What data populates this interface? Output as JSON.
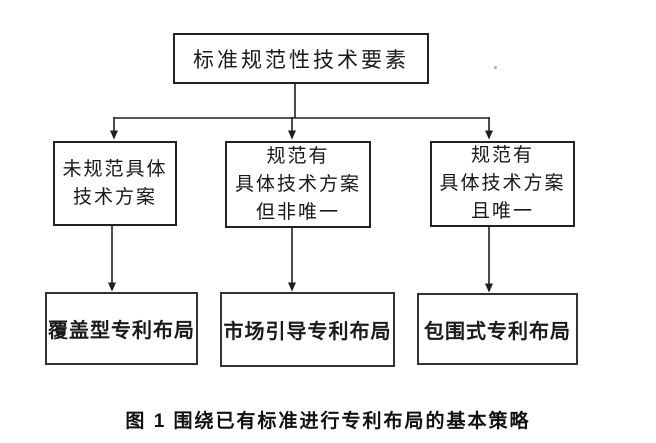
{
  "diagram": {
    "root": {
      "label": "标准规范性技术要素"
    },
    "branches": [
      {
        "condition_lines": [
          "未规范具体",
          "技术方案"
        ],
        "strategy": "覆盖型专利布局"
      },
      {
        "condition_lines": [
          "规范有",
          "具体技术方案",
          "但非唯一"
        ],
        "strategy": "市场引导专利布局"
      },
      {
        "condition_lines": [
          "规范有",
          "具体技术方案",
          "且唯一"
        ],
        "strategy": "包围式专利布局"
      }
    ],
    "caption": "图 1  围绕已有标准进行专利布局的基本策略",
    "stray_mark": ".",
    "colors": {
      "line": "#1f1f1f",
      "border": "#222222",
      "text": "#1a1a1a",
      "background": "#ffffff"
    }
  }
}
